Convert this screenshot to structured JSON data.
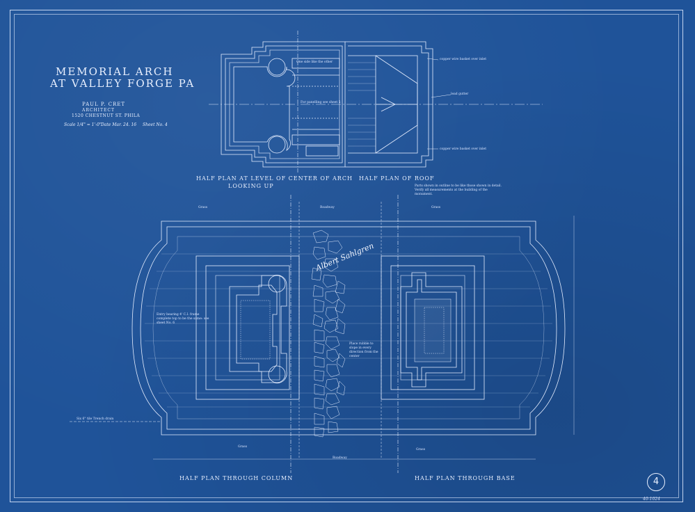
{
  "title_block": {
    "title_line1": "MEMORIAL ARCH",
    "title_line2": "AT VALLEY FORGE PA",
    "architect_name": "PAUL P. CRET",
    "architect_title": "ARCHITECT",
    "architect_address": "1520 CHESTNUT ST. PHILA",
    "scale": "Scale 1/4\" = 1'-0\"",
    "date": "Date Mar. 24. 16",
    "sheet": "Sheet No. 4"
  },
  "plan_labels": {
    "center_of_arch": "HALF PLAN AT LEVEL OF CENTER OF ARCH",
    "looking_up": "LOOKING UP",
    "roof": "HALF PLAN OF ROOF",
    "column": "HALF PLAN THROUGH COLUMN",
    "base": "HALF PLAN THROUGH BASE"
  },
  "notes": {
    "roof_note": "Parts shown in outline to be like those shown in detail. Verify all measurements at the building of the monument.",
    "copper_basket_top": "copper wire basket over inlet",
    "copper_basket_bottom": "copper wire basket over inlet",
    "lead_gutter": "lead gutter",
    "one_side": "One side like the other",
    "panelling": "For panelling see sheet 5",
    "entry_note": "Entry bearing 4' C.I. frame complete top to be the same: see sheet No. 6",
    "rubble_note": "Place rubble to slope in every direction from the center",
    "trench": "Six 6\" tile Trench drain",
    "roadway_top": "Roadway",
    "roadway_bottom": "Roadway",
    "grass_tl": "Grass",
    "grass_tr": "Grass",
    "grass_bl": "Grass",
    "grass_br": "Grass"
  },
  "signature": "Albert Sahlgren",
  "sheet_number": "4",
  "catalog_number": "40-1024"
}
